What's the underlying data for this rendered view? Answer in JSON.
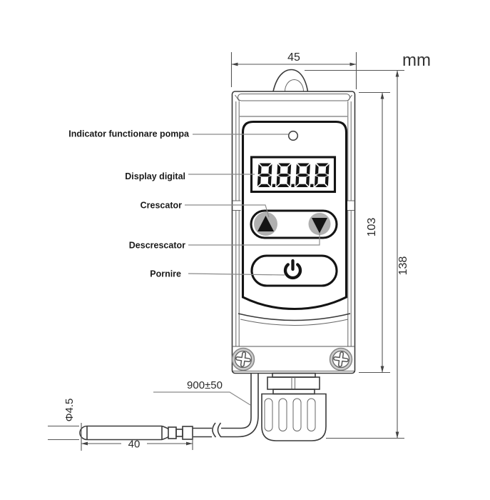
{
  "diagram": {
    "unit": "mm",
    "device": {
      "display_value": "8.8.8.8"
    },
    "callouts": {
      "pump_indicator": "Indicator functionare pompa",
      "display": "Display digital",
      "increase": "Crescator",
      "decrease": "Descrescator",
      "power": "Pornire"
    },
    "dimensions": {
      "width": "45",
      "panel_height": "103",
      "total_height": "138",
      "cable_length": "900±50",
      "probe_diameter": "Φ4.5",
      "probe_length": "40"
    },
    "colors": {
      "outline": "#3a3a3a",
      "panel_black": "#141414",
      "button_gray": "#b0b0b0",
      "screw_gray": "#cccccc",
      "leader_gray": "#8a8a8a",
      "background": "#ffffff"
    }
  }
}
